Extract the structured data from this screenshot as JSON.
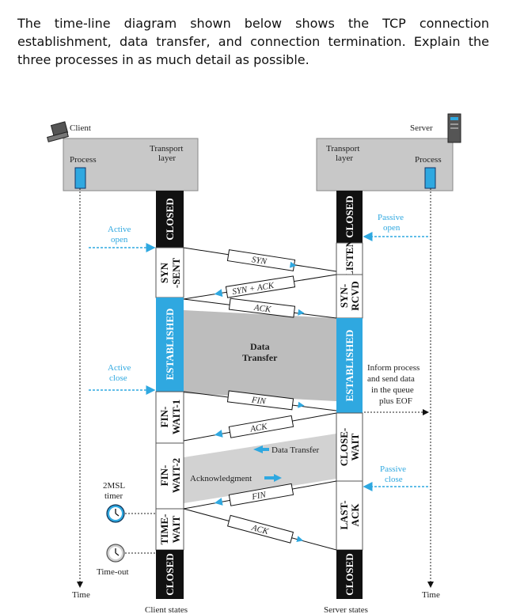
{
  "question": "The time-line diagram shown below shows the TCP connection establishment, data transfer, and connection termination. Explain the three processes in as much detail as possible.",
  "diagram": {
    "client_label": "Client",
    "server_label": "Server",
    "process_label": "Process",
    "transport_label_1": "Transport",
    "transport_label_2": "layer",
    "active_open_1": "Active",
    "active_open_2": "open",
    "passive_open_1": "Passive",
    "passive_open_2": "open",
    "active_close_1": "Active",
    "active_close_2": "close",
    "passive_close_1": "Passive",
    "passive_close_2": "close",
    "inform_1": "Inform process",
    "inform_2": "and send data",
    "inform_3": "in the queue",
    "inform_4": "plus EOF",
    "msl_1": "2MSL",
    "msl_2": "timer",
    "timeout": "Time-out",
    "time": "Time",
    "client_states": "Client states",
    "server_states": "Server states",
    "seg_syn": "SYN",
    "seg_synack": "SYN + ACK",
    "seg_ack1": "ACK",
    "seg_fin1": "FIN",
    "seg_ack2": "ACK",
    "seg_fin2": "FIN",
    "seg_ack3": "ACK",
    "data_transfer_1": "Data",
    "data_transfer_2": "Transfer",
    "data_transfer_inline": "Data Transfer",
    "acknowledgment": "Acknowledgment",
    "client_state_list": {
      "closed_top": "CLOSED",
      "syn_sent_1": "SYN",
      "syn_sent_2": "-SENT",
      "established": "ESTABLISHED",
      "fin_wait1_1": "FIN-",
      "fin_wait1_2": "WAIT-1",
      "fin_wait2_1": "FIN-",
      "fin_wait2_2": "WAIT-2",
      "time_wait_1": "TIME-",
      "time_wait_2": "WAIT",
      "closed_bottom": "CLOSED"
    },
    "server_state_list": {
      "closed_top": "CLOSED",
      "listen": "LISTEN",
      "syn_rcvd_1": "SYN-",
      "syn_rcvd_2": "RCVD",
      "established": "ESTABLISHED",
      "close_wait_1": "CLOSE-",
      "close_wait_2": "WAIT",
      "last_ack_1": "LAST-",
      "last_ack_2": "ACK",
      "closed_bottom": "CLOSED"
    },
    "colors": {
      "blue": "#2fa8e0",
      "panel": "#c8c8c8",
      "shade": "#bdbdbd",
      "dark": "#111111"
    },
    "icons": [
      "laptop-icon",
      "server-icon",
      "clock-icon"
    ]
  }
}
